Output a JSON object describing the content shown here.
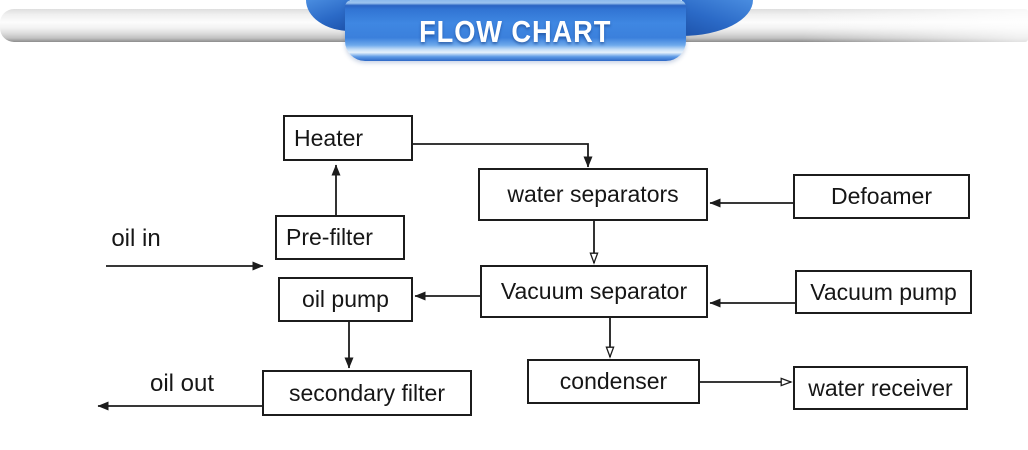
{
  "header": {
    "title": "FLOW CHART",
    "ribbon_color": "#3a80dc",
    "bar_color": "#e9e9e9"
  },
  "diagram": {
    "nodes": [
      {
        "id": "heater",
        "label": "Heater"
      },
      {
        "id": "water-separators",
        "label": "water separators"
      },
      {
        "id": "defoamer",
        "label": "Defoamer"
      },
      {
        "id": "pre-filter",
        "label": "Pre-filter"
      },
      {
        "id": "oil-pump",
        "label": "oil pump"
      },
      {
        "id": "vacuum-separator",
        "label": "Vacuum separator"
      },
      {
        "id": "vacuum-pump",
        "label": "Vacuum pump"
      },
      {
        "id": "secondary-filter",
        "label": "secondary filter"
      },
      {
        "id": "condenser",
        "label": "condenser"
      },
      {
        "id": "water-receiver",
        "label": "water receiver"
      }
    ],
    "labels": [
      {
        "id": "oil-in",
        "text": "oil in"
      },
      {
        "id": "oil-out",
        "text": "oil out"
      }
    ],
    "edges": [
      {
        "from": "oil in",
        "to": "pre-filter"
      },
      {
        "from": "pre-filter",
        "to": "heater"
      },
      {
        "from": "heater",
        "to": "water separators"
      },
      {
        "from": "defoamer",
        "to": "water separators"
      },
      {
        "from": "water separators",
        "to": "vacuum separator"
      },
      {
        "from": "vacuum pump",
        "to": "vacuum separator"
      },
      {
        "from": "vacuum separator",
        "to": "oil pump"
      },
      {
        "from": "oil pump",
        "to": "secondary filter"
      },
      {
        "from": "vacuum separator",
        "to": "condenser"
      },
      {
        "from": "condenser",
        "to": "water receiver"
      },
      {
        "from": "secondary filter",
        "to": "oil out"
      }
    ]
  }
}
